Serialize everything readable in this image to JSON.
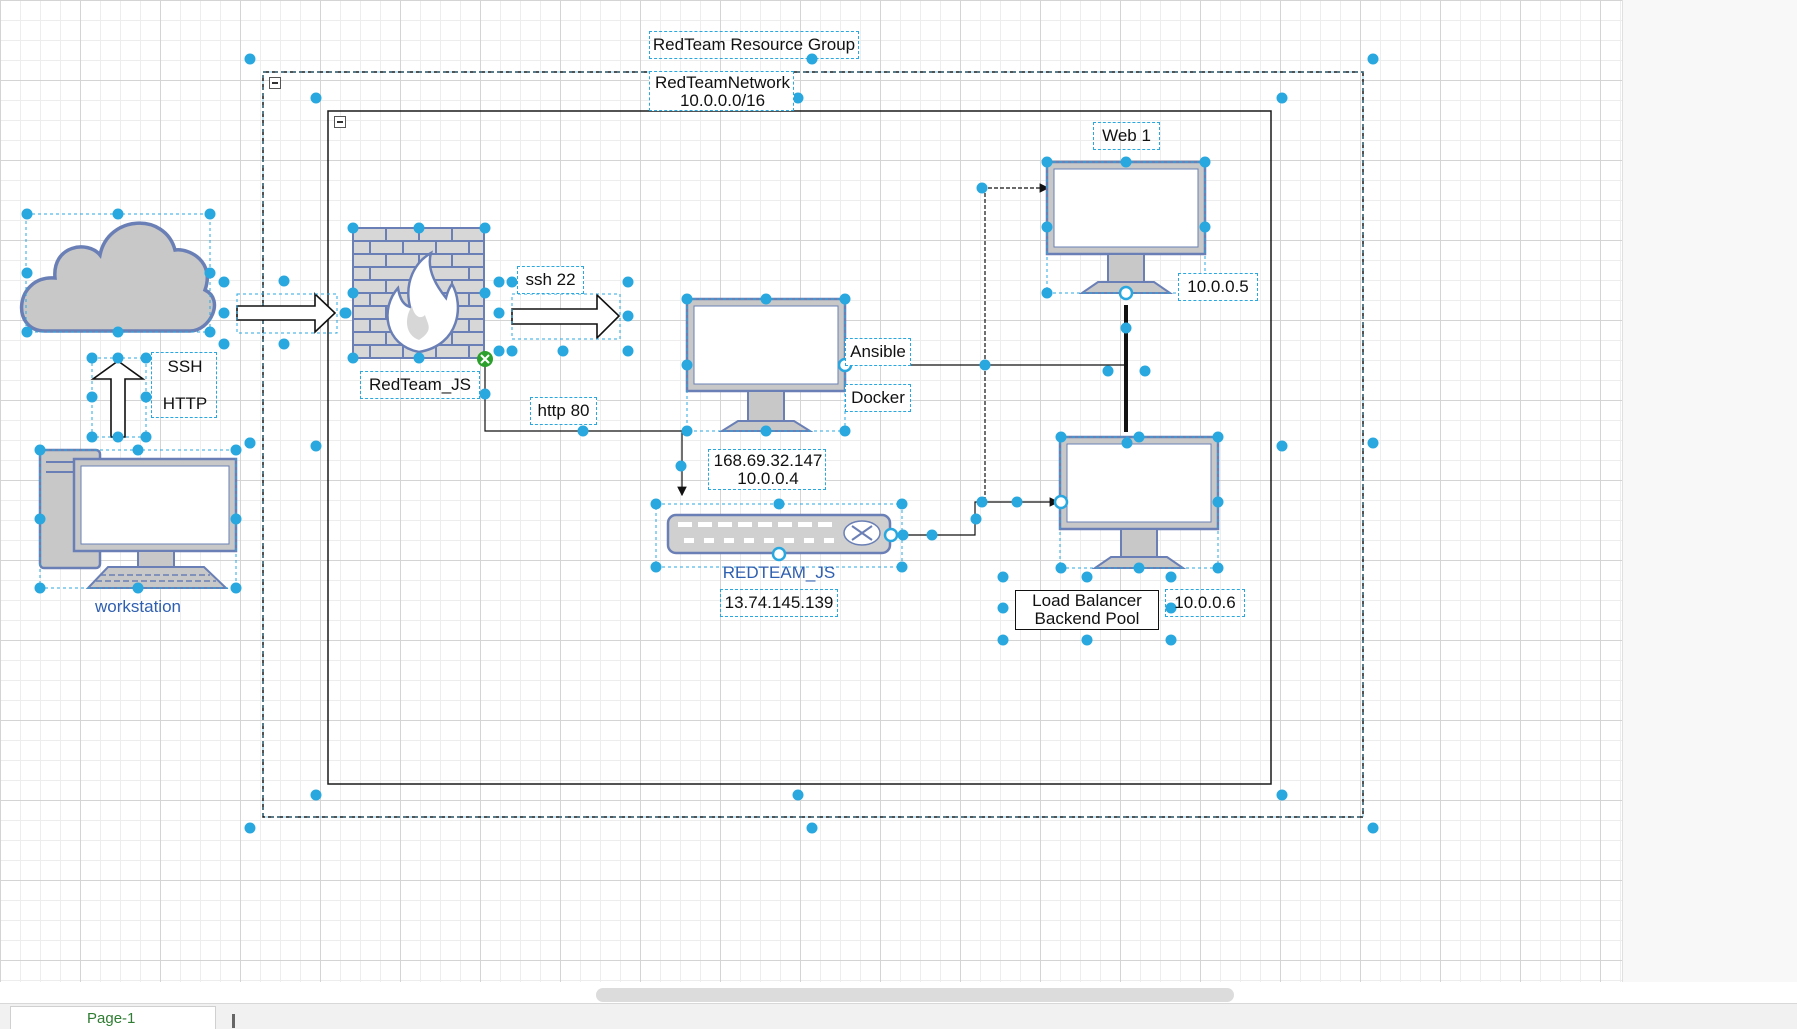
{
  "diagram": {
    "resource_group_label": "RedTeam Resource Group",
    "network_label": "RedTeamNetwork",
    "network_cidr": "10.0.0.0/16",
    "workstation_label": "workstation",
    "ssh_label": "SSH",
    "http_label": "HTTP",
    "firewall_label": "RedTeam_JS",
    "ssh22_label": "ssh 22",
    "http80_label": "http 80",
    "jumpbox_ip_public": "168.69.32.147",
    "jumpbox_ip_private": "10.0.0.4",
    "ansible_label": "Ansible",
    "docker_label": "Docker",
    "load_balancer_label": "REDTEAM_JS",
    "load_balancer_ip": "13.74.145.139",
    "web1_label": "Web 1",
    "web1_ip": "10.0.0.5",
    "backend_pool_line1": "Load Balancer",
    "backend_pool_line2": "Backend Pool",
    "web2_ip": "10.0.0.6"
  },
  "bottom": {
    "page_tab_label": "Page-1"
  },
  "colors": {
    "selection": "#29a8e0",
    "shape_stroke": "#6a7fb5",
    "shape_fill": "#c8c8c8",
    "label_blue": "#2f5fb0",
    "ok_green": "#2ca02c"
  },
  "icons": [
    "cloud-icon",
    "firewall-icon",
    "monitor-icon",
    "workstation-icon",
    "load-balancer-icon",
    "collapse-icon",
    "connection-ok-icon"
  ]
}
